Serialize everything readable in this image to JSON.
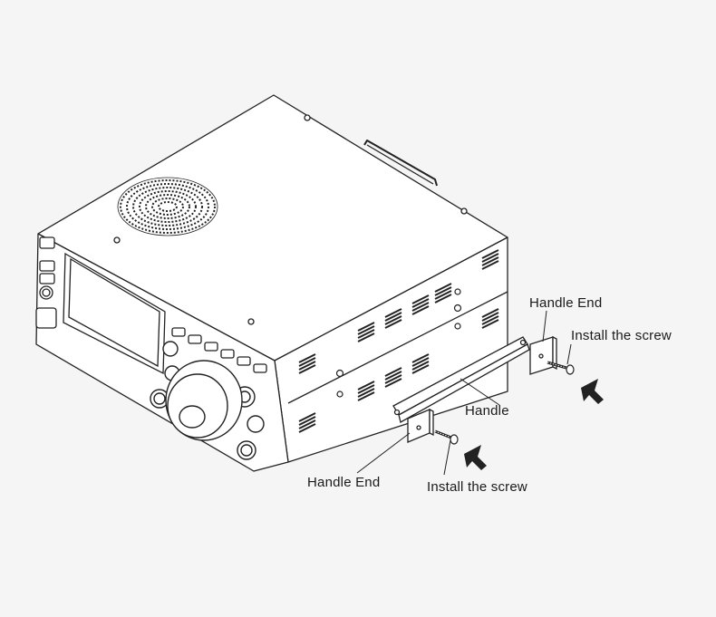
{
  "labels": {
    "handle_end_top": "Handle End",
    "install_screw_top": "Install the screw",
    "handle": "Handle",
    "handle_end_bottom": "Handle End",
    "install_screw_bottom": "Install the screw"
  },
  "colors": {
    "background": "#f5f5f5",
    "line": "#222222",
    "fill": "#ffffff"
  },
  "icons": {
    "arrow_top": "arrow-icon",
    "arrow_bottom": "arrow-icon",
    "speaker_grille": "speaker-grille-icon"
  }
}
